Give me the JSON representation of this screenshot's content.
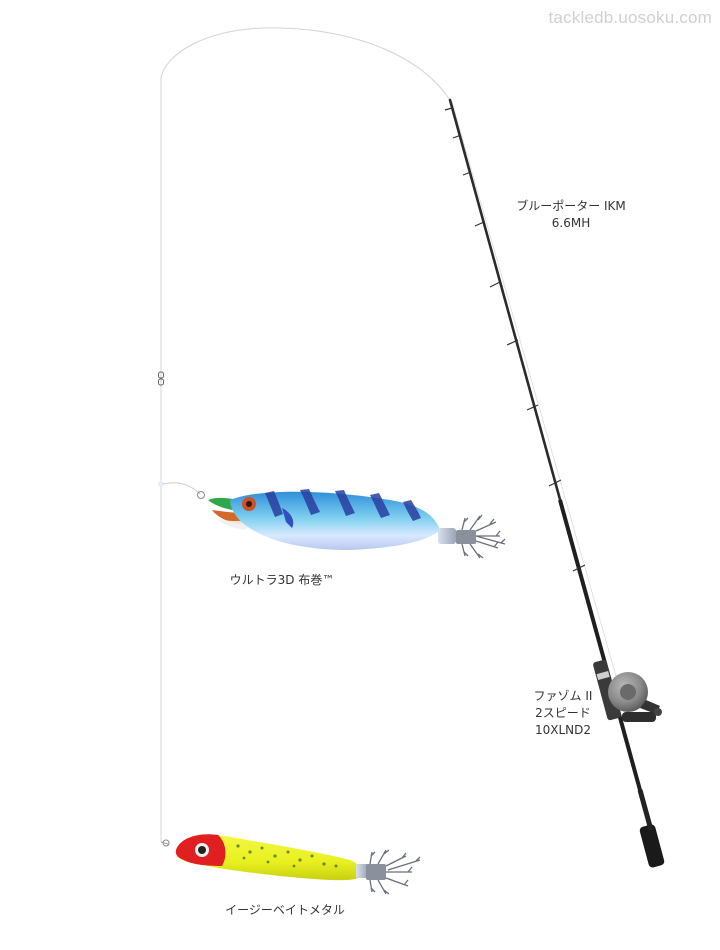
{
  "watermark": "tackledb.uosoku.com",
  "rod": {
    "name_line1": "ブルーポーター IKM",
    "name_line2": "6.6MH"
  },
  "reel": {
    "line1": "ファゾム II",
    "line2": "2スピード",
    "line3": "10XLND2"
  },
  "lure_upper": {
    "name": "ウルトラ3D 布巻™"
  },
  "lure_lower": {
    "name": "イージーベイトメタル"
  },
  "colors": {
    "line": "#cfcfcf",
    "rod": "#2b2b2b",
    "squid_jig_blue": "#2f8fd8",
    "squid_jig_stripe": "#2a3fa0",
    "metal_jig_red": "#e02020",
    "metal_jig_yellow": "#e8f020"
  }
}
